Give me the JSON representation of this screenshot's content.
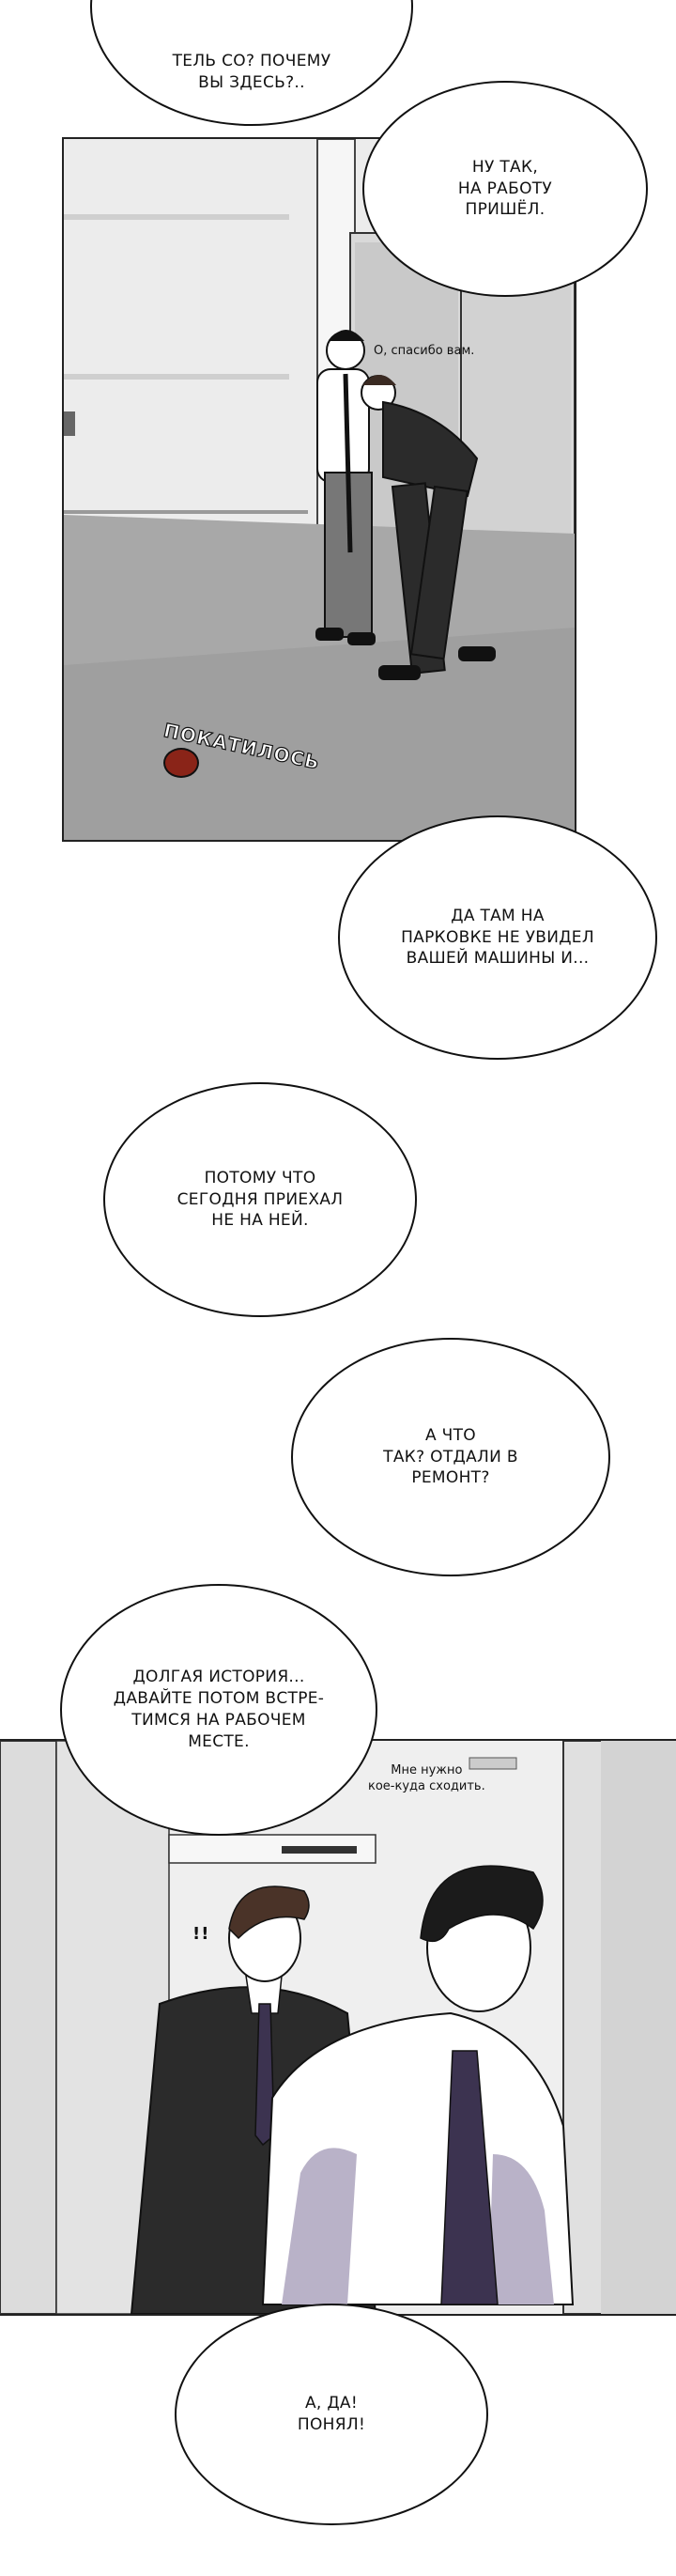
{
  "bubbles": {
    "b1": "ТЕЛЬ СО? ПОЧЕМУ\nВЫ ЗДЕСЬ?..",
    "b2": "НУ ТАК,\nНА РАБОТУ\nПРИШЁЛ.",
    "b3": "ДА ТАМ НА\nПАРКОВКЕ НЕ УВИДЕЛ\nВАШЕЙ МАШИНЫ И...",
    "b4": "ПОТОМУ ЧТО\nСЕГОДНЯ ПРИЕХАЛ\nНЕ НА НЕЙ.",
    "b5": "А ЧТО\nТАК? ОТДАЛИ В\nРЕМОНТ?",
    "b6": "ДОЛГАЯ ИСТОРИЯ...\nДАВАЙТЕ ПОТОМ ВСТРЕ-\nТИМСЯ НА РАБОЧЕМ\nМЕСТЕ.",
    "b7": "А, ДА!\nПОНЯЛ!"
  },
  "small_texts": {
    "thanks": "О, спасибо вам.",
    "need_go": "Мне нужно\nкое-куда сходить."
  },
  "sfx": {
    "rolled": "ПОКАТИЛОСЬ",
    "dots": "!!"
  },
  "colors": {
    "floor": "#a9a9a9",
    "wall": "#e8e8e8",
    "suit": "#2b2b2b",
    "shirt_shadow": "#b9b2c8",
    "tie": "#3c3350",
    "apple": "#8a2418"
  }
}
